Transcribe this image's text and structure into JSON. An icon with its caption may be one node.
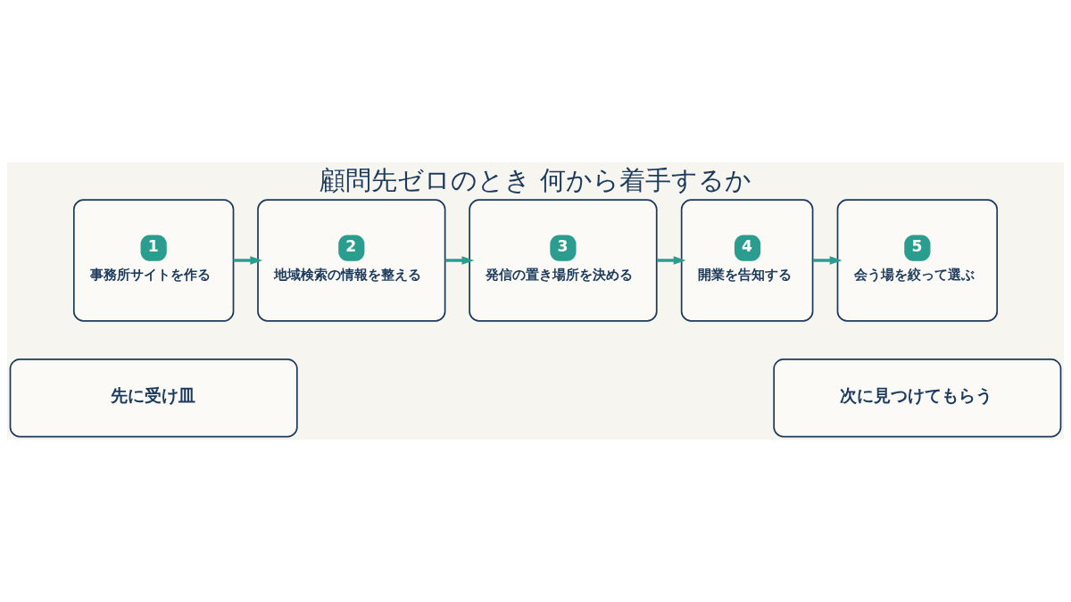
{
  "diagram": {
    "title": "顧問先ゼロのとき 何から着手するか",
    "nodes": [
      {
        "text": [
          "1",
          "事務所サイトを作る"
        ]
      },
      {
        "text": [
          "2",
          "地域検索の情報を整える"
        ]
      },
      {
        "text": [
          "3",
          "発信の置き場所を決める"
        ]
      },
      {
        "text": [
          "4",
          "開業を告知する"
        ]
      },
      {
        "text": [
          "5",
          "会う場を絞って選ぶ"
        ]
      },
      {
        "text": [
          "先に受け皿"
        ]
      },
      {
        "text": [
          "次に見つけてもらう"
        ]
      }
    ],
    "edges": [
      {
        "from": 0,
        "to": 1,
        "arrow": "to"
      },
      {
        "from": 1,
        "to": 2,
        "arrow": "to"
      },
      {
        "from": 2,
        "to": 3,
        "arrow": "to"
      },
      {
        "from": 3,
        "to": 4,
        "arrow": "to"
      }
    ]
  }
}
